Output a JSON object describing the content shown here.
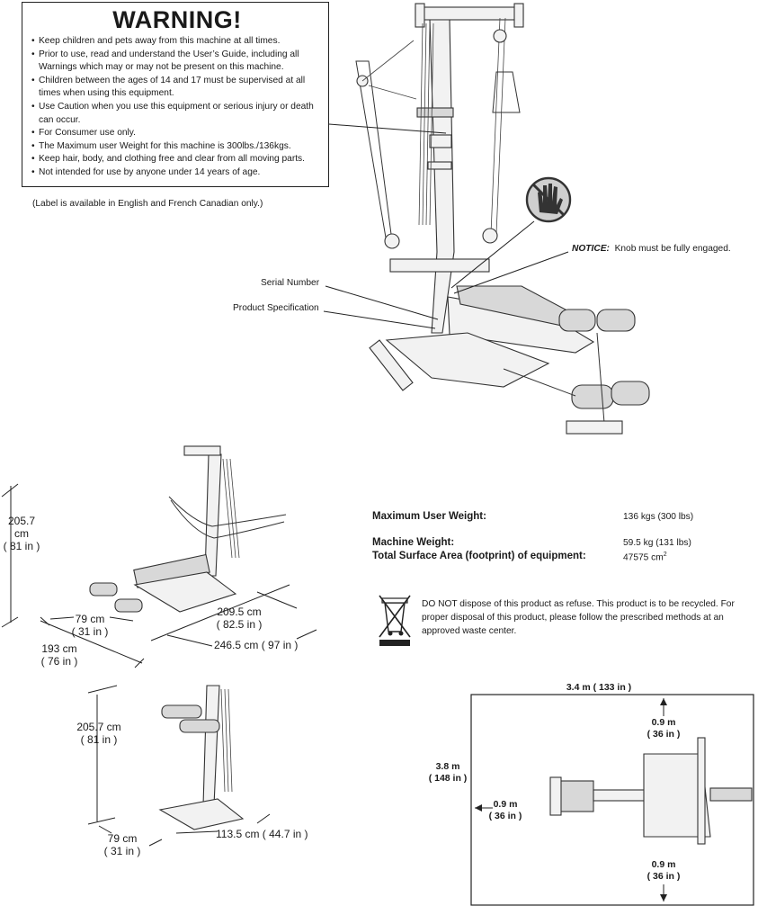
{
  "warning": {
    "title": "WARNING!",
    "items": [
      "Keep children and pets away from this machine at all times.",
      "Prior to use, read and understand the User’s Guide, including all Warnings which may or may not be present on this machine.",
      "Children between the ages of 14 and 17 must be supervised at all times when using this equipment.",
      "Use Caution when you use this equipment or serious injury or death can occur.",
      "For Consumer use only.",
      "The Maximum user Weight for this machine is 300lbs./136kgs.",
      "Keep hair, body, and clothing free and clear from all moving parts.",
      "Not intended for use by anyone under 14 years of age."
    ],
    "language_note": "(Label is available in English and French Canadian only.)"
  },
  "notice": {
    "label": "NOTICE:",
    "text": "Knob must be fully engaged."
  },
  "callouts": {
    "serial": "Serial Number",
    "spec": "Product Specification"
  },
  "specs": {
    "max_weight_label": "Maximum User Weight:",
    "max_weight_value": "136 kgs (300 lbs)",
    "machine_weight_label": "Machine Weight:",
    "machine_weight_value": "59.5 kg (131 lbs)",
    "area_label": "Total Surface Area (footprint) of equipment:",
    "area_value": "47575 cm",
    "area_sup": "2"
  },
  "recycle": {
    "text": "DO NOT dispose of this product as refuse. This product is to be recycled. For proper disposal of this product, please follow the prescribed methods at an approved waste center."
  },
  "dims_open": {
    "height_cm": "205.7 cm",
    "height_in": "( 81 in )",
    "width_cm": "79 cm",
    "width_in": "( 31 in )",
    "depth_cm": "193 cm",
    "depth_in": "( 76 in )",
    "arm_cm": "209.5 cm",
    "arm_in": "( 82.5 in )",
    "length": "246.5 cm ( 97 in )"
  },
  "dims_folded": {
    "height_cm": "205.7 cm",
    "height_in": "( 81 in )",
    "width_cm": "79 cm",
    "width_in": "( 31 in )",
    "length": "113.5 cm ( 44.7 in )"
  },
  "clearance": {
    "top_width": "3.4 m  ( 133 in )",
    "side_m": "3.8 m",
    "side_in": "( 148 in )",
    "top_m": "0.9 m",
    "top_in": "( 36 in )",
    "left_m": "0.9 m",
    "left_in": "( 36 in )",
    "bottom_m": "0.9 m",
    "bottom_in": "( 36 in )"
  }
}
